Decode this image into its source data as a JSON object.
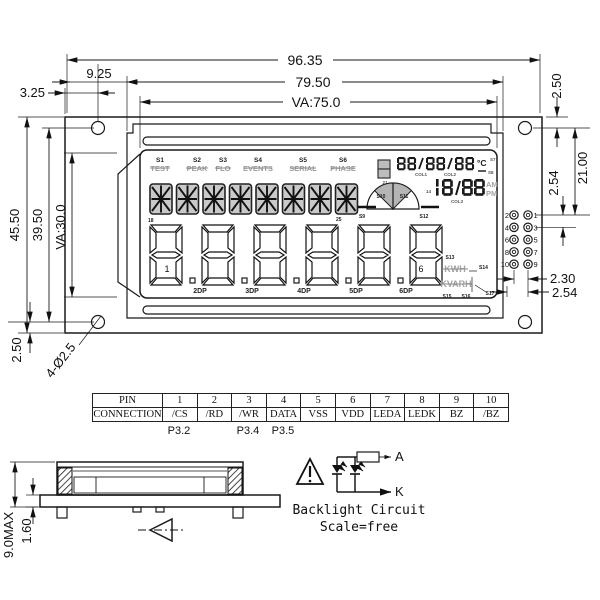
{
  "front": {
    "dims": {
      "w_total": "96.35",
      "w_outline": "79.50",
      "w_va": "VA:75.0",
      "hole_x": "9.25",
      "edge_x": "3.25",
      "h_total": "45.50",
      "hole_y": "39.50",
      "h_va": "VA:30.0",
      "hole_top": "2.50",
      "hole_to_pin": "21.00",
      "pin_pitch": "2.54",
      "pad_gap": "2.30",
      "pad_pitch": "2.54",
      "hole_bottom": "2.50",
      "hole_note": "4-Ø2.5"
    },
    "pins_left": [
      "2",
      "4",
      "6",
      "8",
      "10"
    ],
    "pins_right": [
      "1",
      "3",
      "5",
      "7",
      "9"
    ],
    "lcd": {
      "ann": [
        {
          "s": "S1",
          "w": "TEST"
        },
        {
          "s": "S2",
          "w": "PEAK"
        },
        {
          "s": "S3",
          "w": "FLO"
        },
        {
          "s": "S4",
          "w": "EVENTS"
        },
        {
          "s": "S5",
          "w": "SERIAL"
        },
        {
          "s": "S6",
          "w": "PHASE"
        }
      ],
      "icon_num": "21",
      "alpha_l": "18",
      "alpha_r": "25",
      "gauge": {
        "s9": "S9",
        "s10": "S10",
        "s11": "S11",
        "s12": "S12"
      },
      "date_cols": [
        "COL1",
        "COL2",
        "COL3"
      ],
      "temp": "°C",
      "s7": "S7",
      "s8": "S8",
      "time_num": "14",
      "am": "AM",
      "pm": "PM",
      "digit_first": "1",
      "digit_last": "6",
      "dps": [
        "2DP",
        "3DP",
        "4DP",
        "5DP",
        "6DP"
      ],
      "s13": "S13",
      "kwh": "KWH",
      "s14": "S14",
      "kvarh": "KVARH",
      "s15": "S15",
      "s16": "S16",
      "s17": "S17"
    }
  },
  "table": {
    "h1": "PIN",
    "h2": "CONNECTION",
    "pins": [
      "1",
      "2",
      "3",
      "4",
      "5",
      "6",
      "7",
      "8",
      "9",
      "10"
    ],
    "conns": [
      "/CS",
      "/RD",
      "/WR",
      "DATA",
      "VSS",
      "VDD",
      "LEDA",
      "LEDK",
      "BZ",
      "/BZ"
    ],
    "notes": [
      "P3.2",
      "P3.4",
      "P3.5"
    ]
  },
  "side": {
    "h_max": "9.0MAX",
    "pcb_t": "1.60"
  },
  "backlight": {
    "anode": "A",
    "cathode": "K",
    "title": "Backlight Circuit",
    "scale": "Scale=free"
  }
}
